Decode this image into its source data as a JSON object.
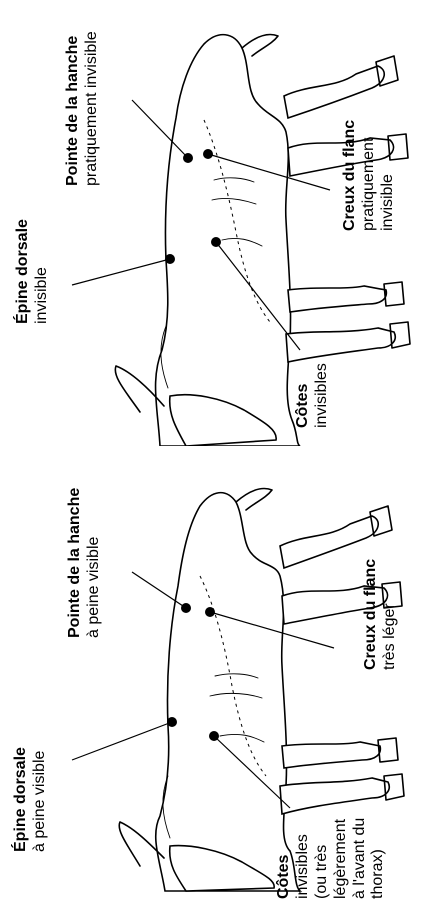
{
  "diagrams": [
    {
      "labels": {
        "spine": {
          "title": "Épine dorsale",
          "desc": "à peine visible"
        },
        "hip": {
          "title": "Pointe de la hanche",
          "desc": "à peine visible"
        },
        "flank": {
          "title": "Creux du flanc",
          "desc": "très léger"
        },
        "ribs": {
          "title": "Côtes",
          "desc_lines": [
            "invisibles",
            "(ou très",
            "légèrement",
            "à l'avant du",
            "thorax)"
          ]
        }
      }
    },
    {
      "labels": {
        "spine": {
          "title": "Épine dorsale",
          "desc": "invisible"
        },
        "hip": {
          "title": "Pointe de la hanche",
          "desc": "pratiquement invisible"
        },
        "flank": {
          "title": "Creux du flanc",
          "desc_lines": [
            "pratiquement",
            "invisible"
          ]
        },
        "ribs": {
          "title": "Côtes",
          "desc": "invisibles"
        }
      }
    }
  ]
}
